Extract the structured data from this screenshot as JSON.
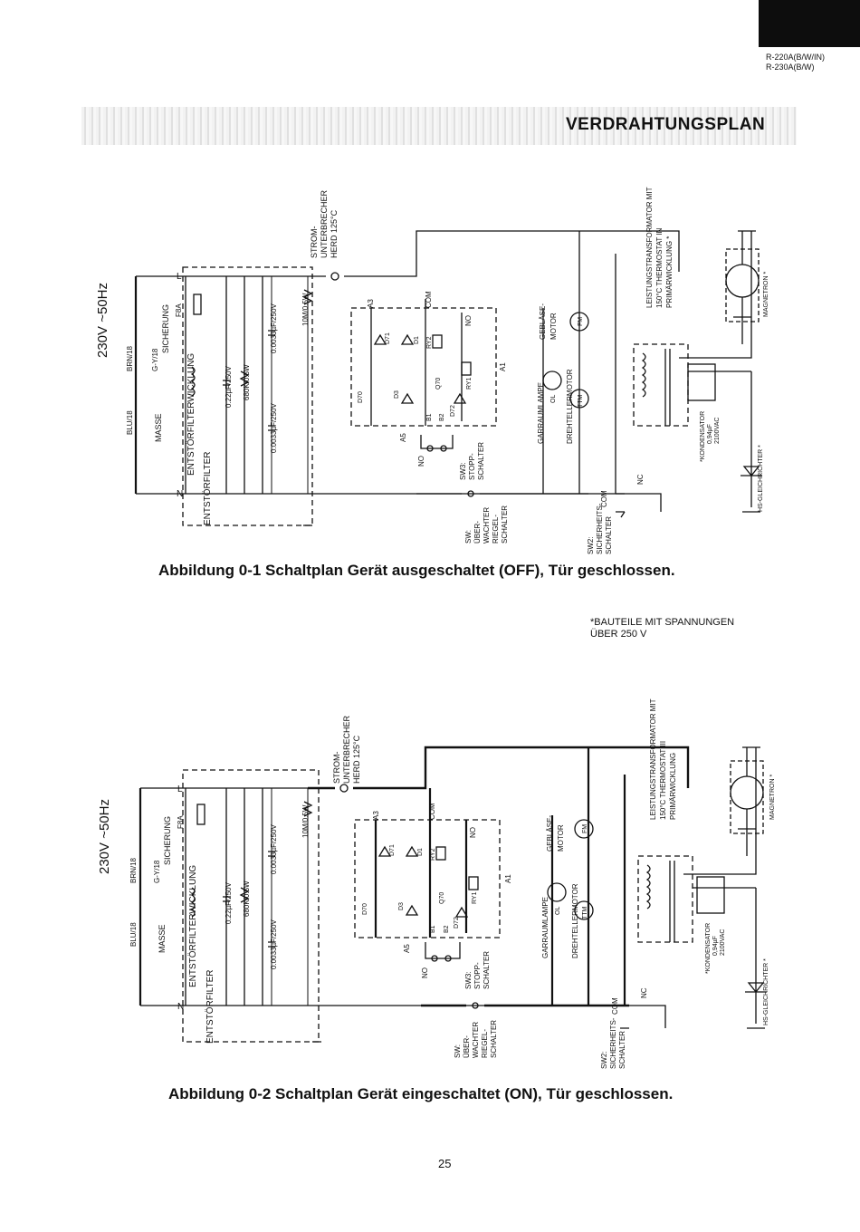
{
  "header": {
    "model_line1": "R-220A(B/W/IN)",
    "model_line2": "R-230A(B/W)"
  },
  "title": "VERDRAHTUNGSPLAN",
  "labels": {
    "supply": "230V ~50Hz",
    "blu": "BLU/18",
    "brn": "BRN/18",
    "gy": "G-Y/18",
    "masse": "MASSE",
    "sicherung": "SICHERUNG",
    "f8a": "F8A",
    "entstoerfilterwicklung": "ENTSTÖRFILTERWICKLUNG",
    "entstoerfilter": "ENTSTÖRFILTER",
    "l": "L",
    "n": "N",
    "c1": "0.22µF/250V",
    "r1": "680K/0.5W",
    "c2": "0.0033µF/250V",
    "c3": "0.0033µF/250V",
    "r2": "10M/0.5W",
    "strom": "STROM-",
    "unterbrecher": "UNTERBRECHER",
    "herd": "HERD 125°C",
    "a3": "A3",
    "a1": "A1",
    "a5": "A5",
    "com": "COM",
    "no": "NO",
    "d70": "D70",
    "d71": "D71",
    "d1": "D1",
    "rv2": "RY2",
    "rv1": "RY1",
    "q70": "Q70",
    "d3": "D3",
    "b1": "B1",
    "b2": "B2",
    "d72": "D72",
    "sw3": "SW3:",
    "stopp": "STOPP-",
    "schalter": "SCHALTER",
    "sw": "SW:",
    "ueber": "ÜBER-",
    "wachter": "WACHTER",
    "riegel": "RIEGEL-",
    "sw2": "SW2:",
    "sicherheits": "SICHERHEITS-",
    "garraumlampe": "GARRAUMLAMPE",
    "ol": "OL",
    "drehtellermotor": "DREHTELLERMOTOR",
    "ttm": "TTM",
    "geblaese": "GEBLÄSE-",
    "motor": "MOTOR",
    "fm": "FM",
    "trafo1_off": "LEISTUNGSTRANSFORMATOR MIT",
    "trafo2_off": "150°C THERMOSTAT IN",
    "trafo3_off": "PRIMÄRWICKLUNG *",
    "trafo1_on": "LEISTUNGSTRANSFORMATOR MIT",
    "trafo2_on": "150°C THERMOSTAT III",
    "trafo3_on": "PRIMÄRWICKLUNG",
    "kondensator": "*KONDENSATOR",
    "kond_val": "0,94µF",
    "kond_v": "2100VAC",
    "magnetron": "MAGNETRON *",
    "gleichrichter": "HS-GLEICHRICHTER *",
    "nc": "NC"
  },
  "captions": {
    "fig1": "Abbildung 0-1 Schaltplan Gerät ausgeschaltet (OFF), Tür geschlossen.",
    "fig2": "Abbildung 0-2 Schaltplan Gerät eingeschaltet (ON), Tür geschlossen."
  },
  "note": {
    "line1": "*BAUTEILE MIT SPANNUNGEN",
    "line2": "ÜBER 250 V"
  },
  "page_number": "25"
}
